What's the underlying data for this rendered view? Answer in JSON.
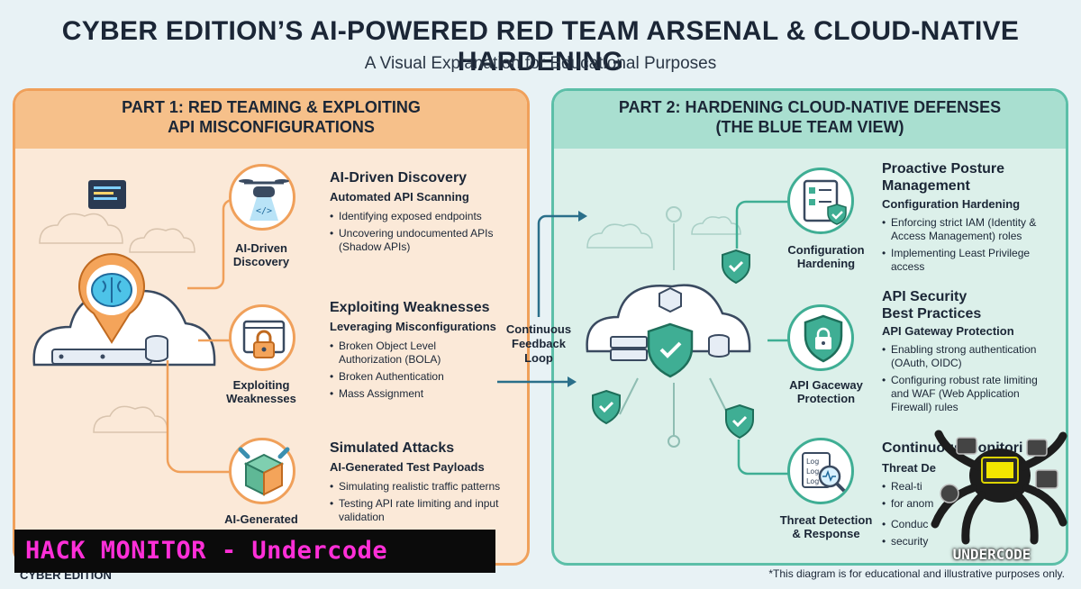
{
  "header": {
    "title": "CYBER EDITION’S AI-POWERED RED TEAM ARSENAL & CLOUD-NATIVE HARDENING",
    "subtitle": "A Visual Explanation for Educational Purposes"
  },
  "part1": {
    "heading_line1": "PART 1: RED TEAMING & EXPLOITING",
    "heading_line2": "API MISCONFIGURATIONS",
    "items": [
      {
        "icon": "drone-icon",
        "circle_label_1": "AI-Driven",
        "circle_label_2": "Discovery",
        "title": "AI-Driven Discovery",
        "subtitle": "Automated API Scanning",
        "bullets": [
          "Identifying exposed endpoints",
          "Uncovering undocumented APIs (Shadow APIs)"
        ]
      },
      {
        "icon": "padlock-icon",
        "circle_label_1": "Exploiting",
        "circle_label_2": "Weaknesses",
        "title": "Exploiting Weaknesses",
        "subtitle": "Leveraging Misconfigurations",
        "bullets": [
          "Broken Object Level Authorization (BOLA)",
          "Broken Authentication",
          "Mass Assignment"
        ]
      },
      {
        "icon": "package-icon",
        "circle_label_1": "AI-Generated",
        "circle_label_2": "",
        "title": "Simulated Attacks",
        "subtitle": "AI-Generated Test Payloads",
        "bullets": [
          "Simulating realistic traffic patterns",
          "Testing API rate limiting and input validation"
        ]
      }
    ]
  },
  "feedback": {
    "line1": "Continuous",
    "line2": "Feedback",
    "line3": "Loop"
  },
  "part2": {
    "heading_line1": "PART 2: HARDENING CLOUD-NATIVE DEFENSES",
    "heading_line2": "(THE BLUE TEAM VIEW)",
    "items": [
      {
        "icon": "checklist-icon",
        "circle_label_1": "Configuration",
        "circle_label_2": "Hardening",
        "title_1": "Proactive Posture",
        "title_2": "Management",
        "subtitle": "Configuration Hardening",
        "bullets": [
          "Enforcing strict IAM (Identity & Access Management) roles",
          "Implementing Least Privilege access"
        ]
      },
      {
        "icon": "shield-lock-icon",
        "circle_label_1": "API Gaceway",
        "circle_label_2": "Protection",
        "title_1": "API Security",
        "title_2": "Best Practices",
        "subtitle": "API Gateway Protection",
        "bullets": [
          "Enabling strong authentication (OAuth, OIDC)",
          "Configuring robust rate limiting and WAF (Web Application Firewall) rules"
        ]
      },
      {
        "icon": "log-magnifier-icon",
        "circle_label_1": "Threat Detection",
        "circle_label_2": "& Response",
        "title_1": "Continuous Monitori",
        "title_2": "",
        "subtitle": "Threat De",
        "bullets": [
          "Real-ti",
          "for anom",
          "Conduc",
          "security"
        ]
      }
    ]
  },
  "footer": {
    "brand": "CYBER EDITION",
    "note": "*This diagram is for educational and illustrative purposes only."
  },
  "overlay": {
    "banner": "HACK MONITOR - Undercode",
    "logo": "UNDERCODE"
  },
  "colors": {
    "orange": "#f0a05a",
    "teal": "#3fae94",
    "navy": "#1b2636",
    "magenta": "#ff2fd8"
  }
}
